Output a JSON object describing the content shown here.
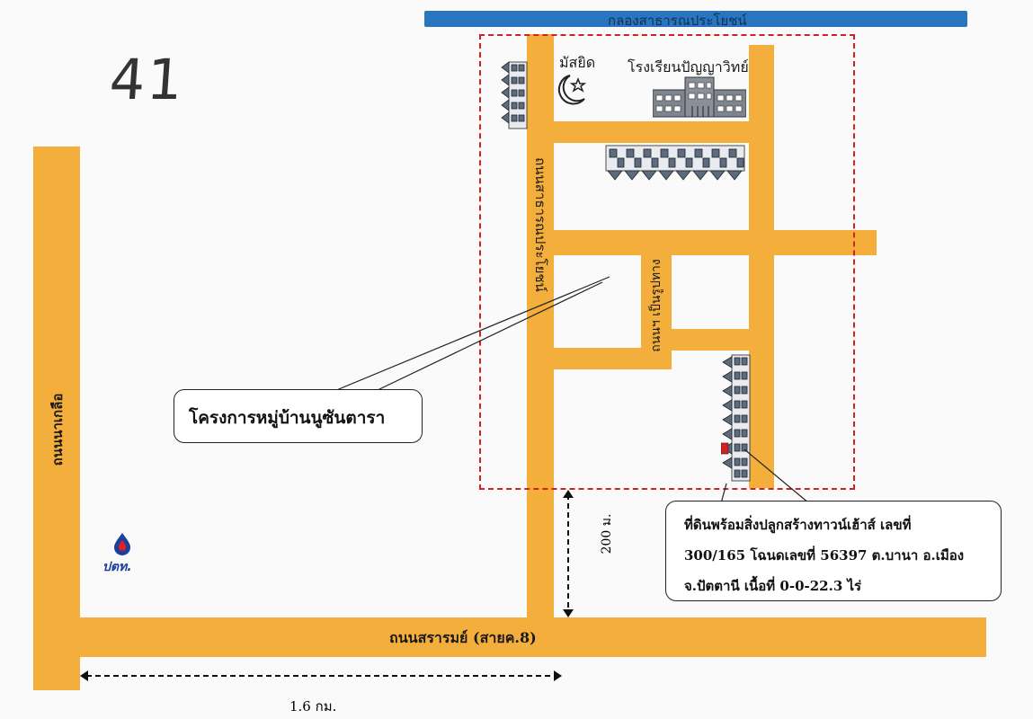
{
  "page_number": "41",
  "canal": {
    "label": "กลองสาธารณประโยชน์",
    "color": "#2a75c0"
  },
  "road_color": "#f4ae3c",
  "boundary_color": "#d42020",
  "roads": {
    "west": "ถนนนาเกลือ",
    "main": "ถนนสาธารณประโยชน์",
    "inner": "ถนนฯ เป็นรูปทาง",
    "south": "ถนนสรารมย์ (สายค.8)"
  },
  "landmarks": {
    "mosque": "มัสยิด",
    "school": "โรงเรียนปัญญาวิทย์",
    "gas_station": "ปตท."
  },
  "callouts": {
    "project": "โครงการหมู่บ้านนูซันตารา",
    "property": [
      "ที่ดินพร้อมสิ่งปลูกสร้างทาวน์เฮ้าส์ เลขที่",
      "300/165 โฉนดเลขที่ 56397  ต.บานา อ.เมือง",
      "จ.ปัตตานี เนื้อที่ 0-0-22.3 ไร่"
    ]
  },
  "distances": {
    "vertical": "200 ม.",
    "horizontal": "1.6 กม."
  }
}
